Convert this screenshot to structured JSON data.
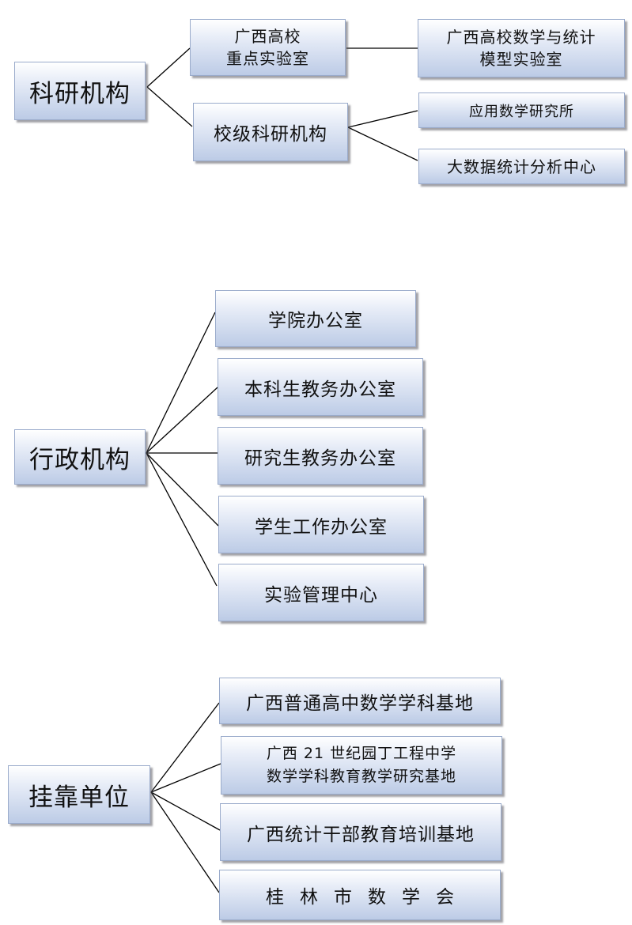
{
  "research": {
    "label": "科研机构",
    "key_lab": {
      "lines": [
        "广西高校",
        "重点实验室"
      ]
    },
    "key_lab_child": {
      "lines": [
        "广西高校数学与统计",
        "模型实验室"
      ]
    },
    "school_level": {
      "label": "校级科研机构"
    },
    "school_children": [
      "应用数学研究所",
      "大数据统计分析中心"
    ]
  },
  "admin": {
    "label": "行政机构",
    "children": [
      "学院办公室",
      "本科生教务办公室",
      "研究生教务办公室",
      "学生工作办公室",
      "实验管理中心"
    ]
  },
  "affiliated": {
    "label": "挂靠单位",
    "children": [
      [
        "广西普通高中数学学科基地"
      ],
      [
        "广西 21 世纪园丁工程中学",
        "数学学科教育教学研究基地"
      ],
      [
        "广西统计干部教育培训基地"
      ],
      [
        "桂林市数学会"
      ]
    ]
  }
}
